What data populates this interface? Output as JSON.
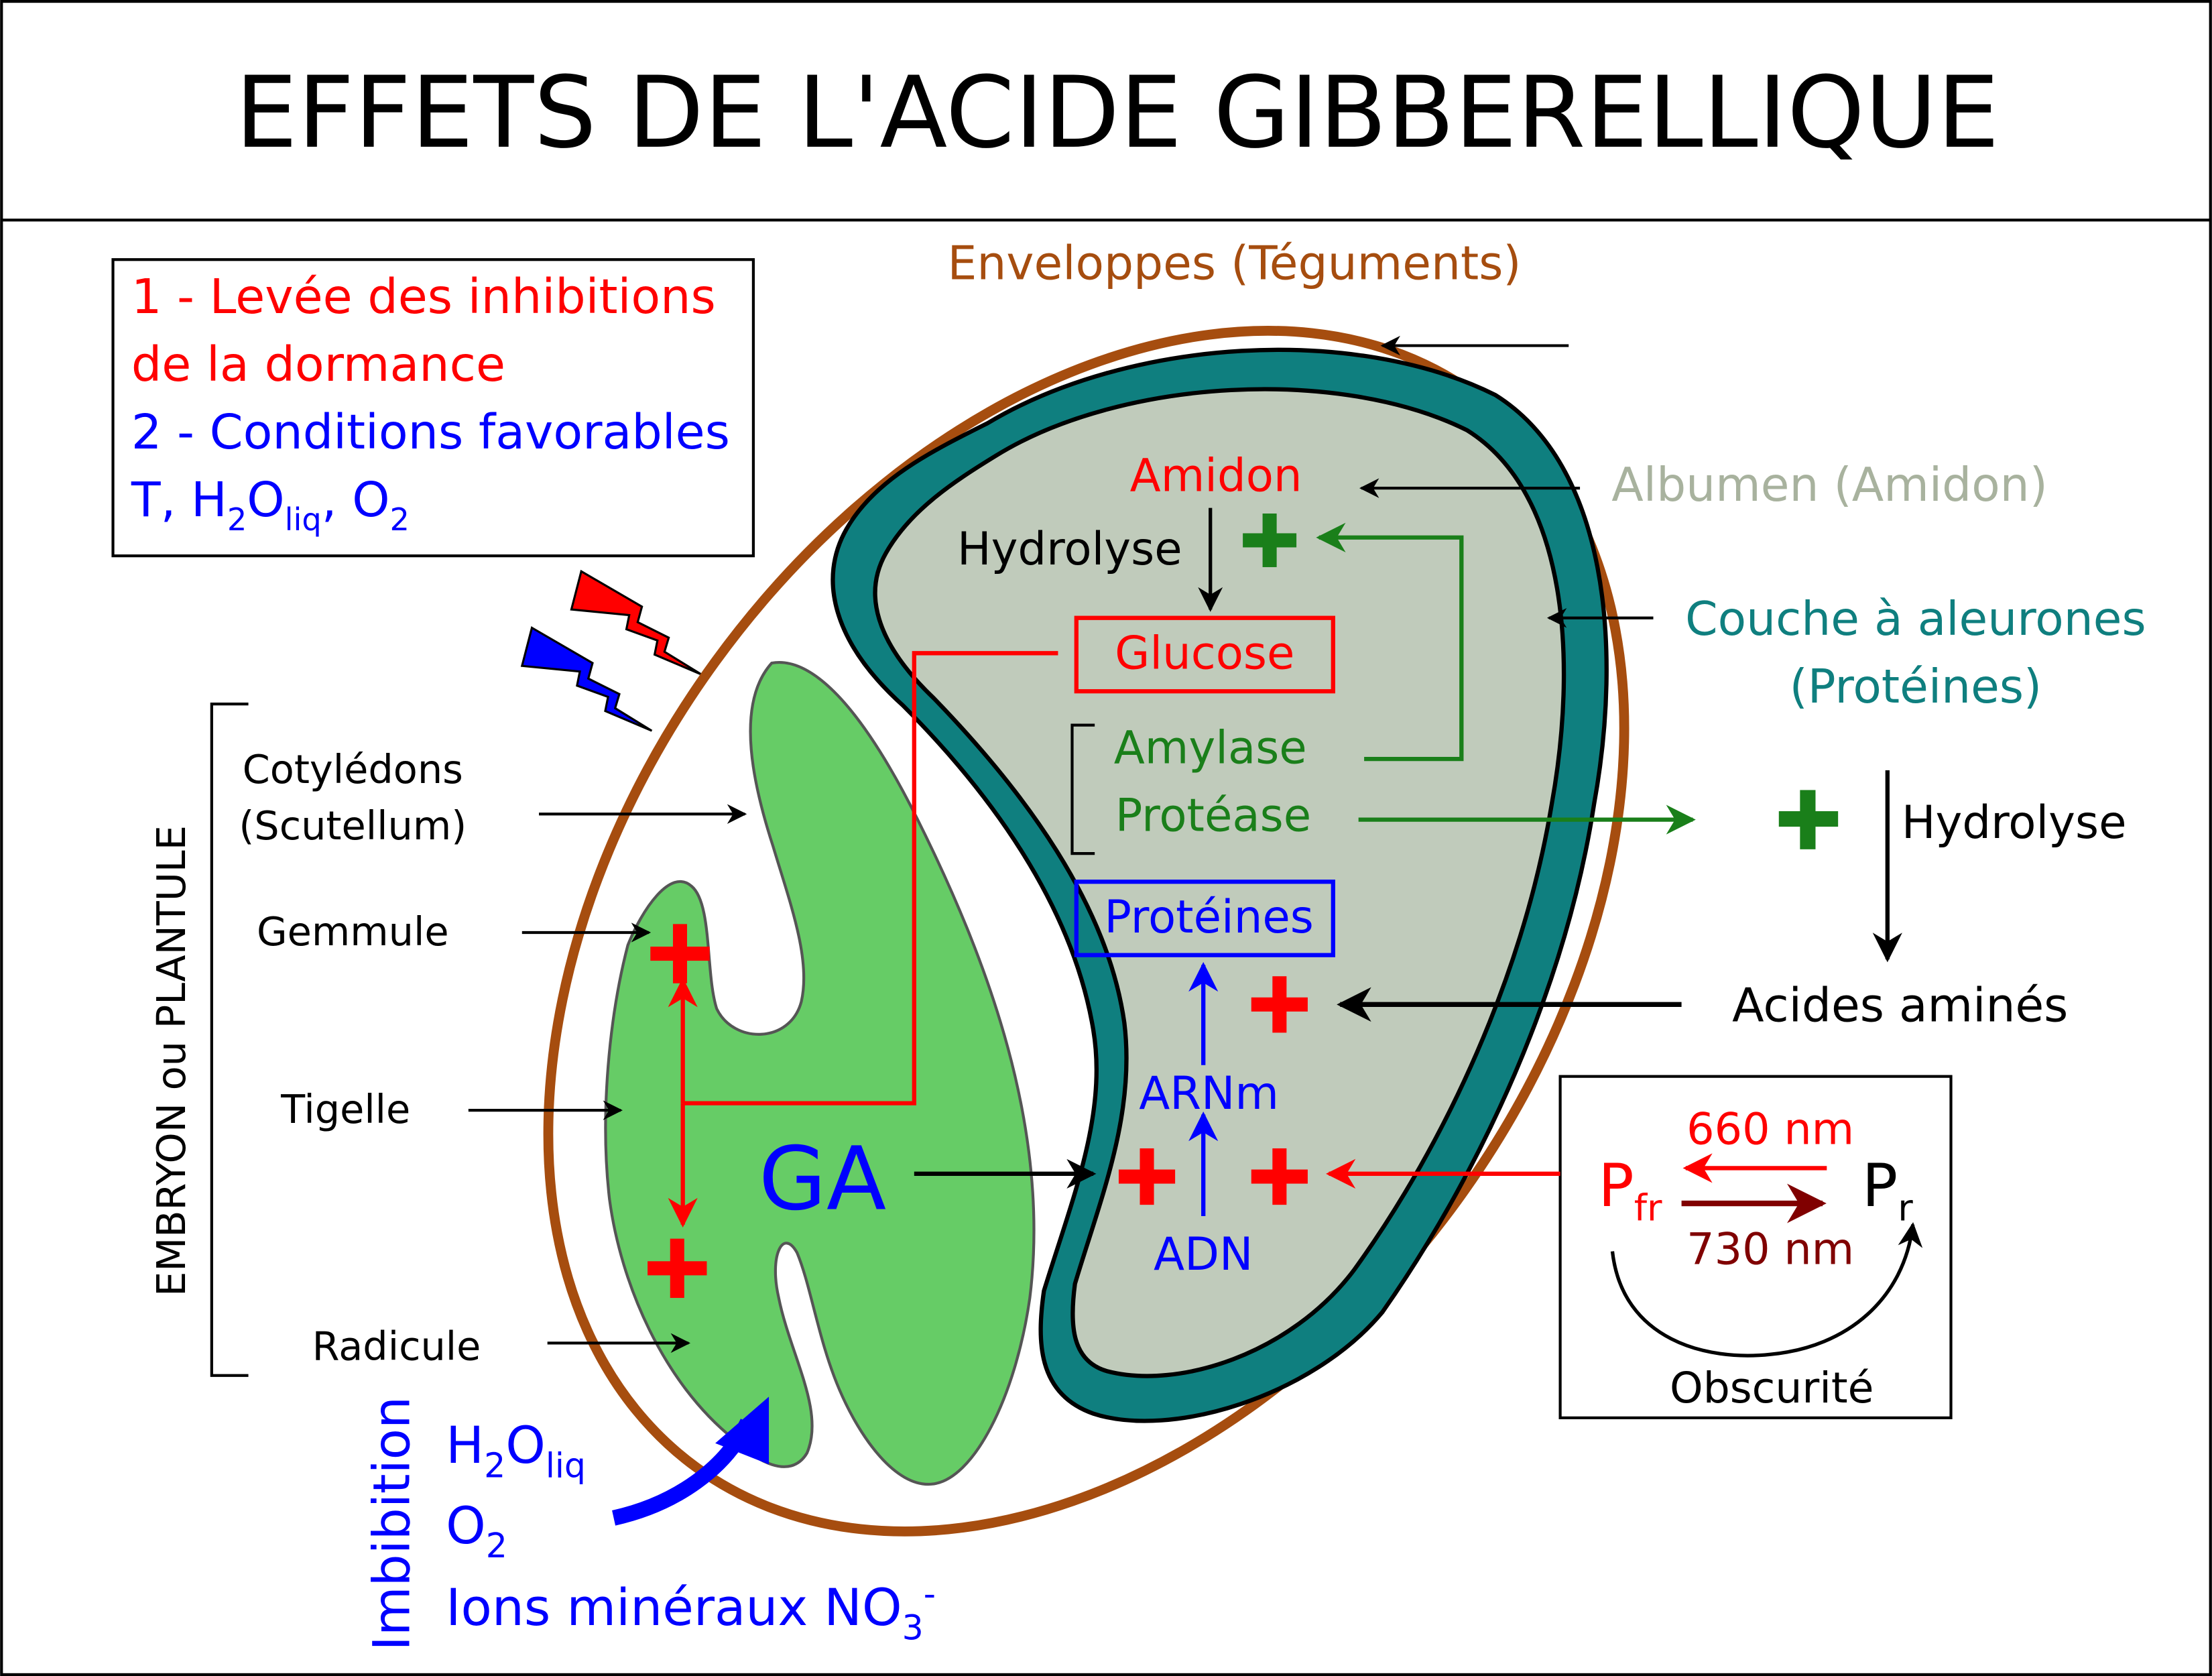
{
  "title": "EFFETS DE L'ACIDE GIBBERELLIQUE",
  "conditions_box": {
    "line1": "1 - Levée des inhibitions",
    "line2": "de la dormance",
    "line3": "2 - Conditions favorables",
    "line4_prefix": "T, H",
    "sub_2": "2",
    "o": "O",
    "sub_liq": "liq",
    "comma": ", O",
    "sub_o2": "2"
  },
  "seed_labels": {
    "enveloppes": "Enveloppes (Téguments)",
    "albumen": "Albumen (Amidon)",
    "aleurone_line1": "Couche à aleurones",
    "aleurone_line2": "(Protéines)"
  },
  "endosperm": {
    "amidon": "Amidon",
    "hydrolyse": "Hydrolyse",
    "glucose": "Glucose",
    "amylase": "Amylase",
    "protease": "Protéase",
    "proteines": "Protéines",
    "arnm": "ARNm",
    "adn": "ADN"
  },
  "embryo": {
    "group_label": "EMBRYON ou PLANTULE",
    "cotyledons_line1": "Cotylédons",
    "cotyledons_line2": "(Scutellum)",
    "gemmule": "Gemmule",
    "tigelle": "Tigelle",
    "radicule": "Radicule",
    "ga": "GA"
  },
  "right_side": {
    "hydrolyse": "Hydrolyse",
    "acides_amines": "Acides aminés"
  },
  "phytochrome_box": {
    "p": "P",
    "sub_fr": "fr",
    "sub_r": "r",
    "nm660": "660 nm",
    "nm730": "730 nm",
    "obscurite": "Obscurité"
  },
  "imbibition": {
    "label": "Imbibition",
    "h": "H",
    "sub_2": "2",
    "o": "O",
    "sub_liq": "liq",
    "o2": "O",
    "sub_o2": "2",
    "ions": "Ions minéraux NO",
    "sub_3": "3",
    "sup_minus": "-"
  },
  "colors": {
    "red": "#ff0000",
    "blue": "#0000ff",
    "green": "#1a7f1a",
    "teal": "#0f7f7f",
    "brown": "#a64d0f",
    "grey_label": "#a8b29e",
    "albumen_fill": "#c0cbbb",
    "aleurone_fill": "#0f7f7f",
    "embryo_fill": "#66cc66",
    "dark_red": "#800000"
  }
}
